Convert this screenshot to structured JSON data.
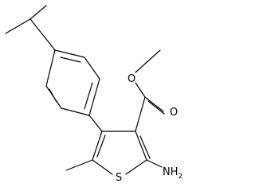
{
  "colors": {
    "background": "#ffffff",
    "ink": "#000000"
  },
  "labels": {
    "ester_oxygen": "O",
    "carbonyl_oxygen": "O",
    "amine": "NH",
    "amine_subscript": "2",
    "sulfur": "S"
  }
}
